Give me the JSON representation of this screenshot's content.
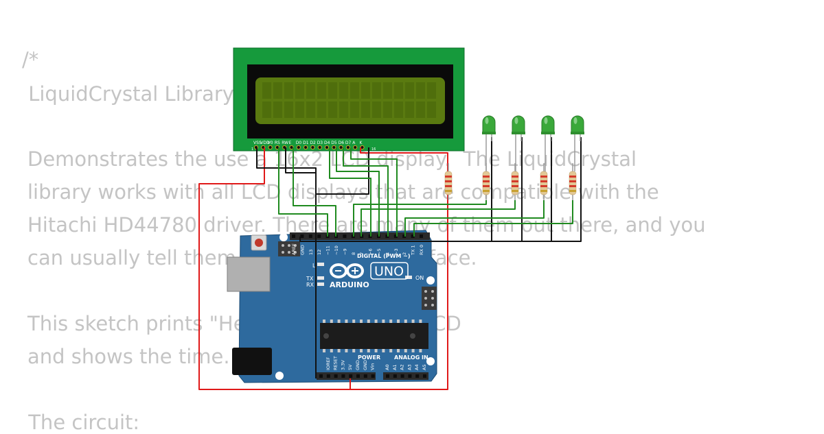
{
  "sketch": {
    "lines": [
      "/*",
      " LiquidCrystal Library - Hello World",
      "Demonstrates the use a 16x2 LCD display.  The LiquidCrystal",
      "library works with all LCD displays that are compatible with the",
      "Hitachi HD44780 driver. There are many of them out there, and you",
      "can usually tell them by the 16-pin interface.",
      "This sketch prints \"Hello World!\" to the LCD",
      "and shows the time.",
      " The circuit:"
    ]
  },
  "lcd": {
    "pin_labels": [
      "VSS",
      "VDD",
      "V0",
      "RS",
      "RW",
      "E",
      "D0",
      "D1",
      "D2",
      "D3",
      "D4",
      "D5",
      "D6",
      "D7",
      "A",
      "K"
    ],
    "pin_first": "1",
    "pin_last": "16"
  },
  "leds": {
    "count": 4,
    "color": "#3aa83a"
  },
  "arduino": {
    "brand": "ARDUINO",
    "model": "UNO",
    "digital_header_label": "DIGITAL (PWM ~)",
    "digital_pins": [
      "AREF",
      "GND",
      "13",
      "12",
      "~11",
      "~10",
      "~9",
      "8",
      "7",
      "~6",
      "~5",
      "4",
      "~3",
      "2",
      "TX 1",
      "RX 0"
    ],
    "power_label": "POWER",
    "power_pins": [
      "IOREF",
      "RESET",
      "3.3V",
      "5V",
      "GND",
      "GND",
      "Vin"
    ],
    "analog_label": "ANALOG IN",
    "analog_pins": [
      "A0",
      "A1",
      "A2",
      "A3",
      "A4",
      "A5"
    ],
    "led_l": "L",
    "led_tx": "TX",
    "led_rx": "RX",
    "led_on": "ON",
    "board_color": "#2e6a9e"
  },
  "wires": {
    "red": "#e01818",
    "black": "#111111",
    "green": "#1f8a1f"
  }
}
